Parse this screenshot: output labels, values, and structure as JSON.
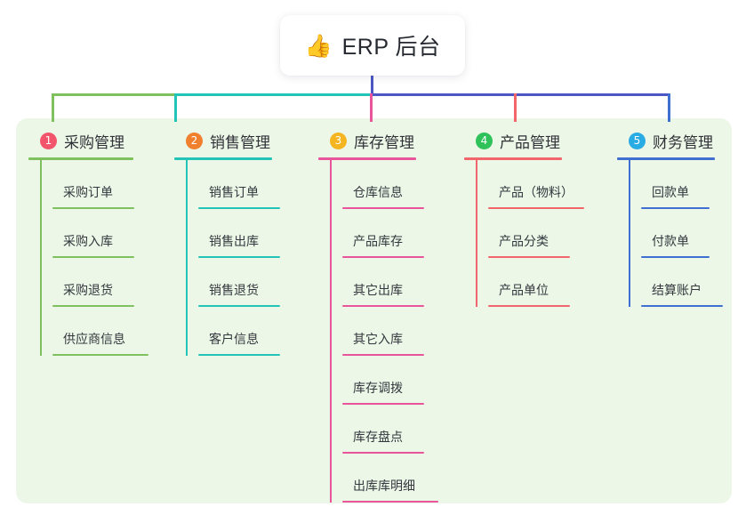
{
  "root": {
    "icon": "thumbs-up-icon",
    "emoji": "👍",
    "title": "ERP 后台"
  },
  "palette": {
    "panel_bg": "#edf7e8",
    "card_bg": "#ffffff",
    "stem": "#4b57c4",
    "text": "#2f3237"
  },
  "columns": [
    {
      "number": "1",
      "title": "采购管理",
      "badge_color": "#f2556b",
      "line_color": "#7fc15e",
      "items": [
        {
          "label": "采购订单",
          "rule_width": 92
        },
        {
          "label": "采购入库",
          "rule_width": 92
        },
        {
          "label": "采购退货",
          "rule_width": 92
        },
        {
          "label": "供应商信息",
          "rule_width": 108
        }
      ]
    },
    {
      "number": "2",
      "title": "销售管理",
      "badge_color": "#f0802e",
      "line_color": "#21c4b6",
      "items": [
        {
          "label": "销售订单",
          "rule_width": 92
        },
        {
          "label": "销售出库",
          "rule_width": 92
        },
        {
          "label": "销售退货",
          "rule_width": 92
        },
        {
          "label": "客户信息",
          "rule_width": 92
        }
      ]
    },
    {
      "number": "3",
      "title": "库存管理",
      "badge_color": "#f5b521",
      "line_color": "#e8559b",
      "items": [
        {
          "label": "仓库信息",
          "rule_width": 92
        },
        {
          "label": "产品库存",
          "rule_width": 92
        },
        {
          "label": "其它出库",
          "rule_width": 92
        },
        {
          "label": "其它入库",
          "rule_width": 92
        },
        {
          "label": "库存调拨",
          "rule_width": 92
        },
        {
          "label": "库存盘点",
          "rule_width": 92
        },
        {
          "label": "出库库明细",
          "rule_width": 108
        }
      ]
    },
    {
      "number": "4",
      "title": "产品管理",
      "badge_color": "#2fc25b",
      "line_color": "#f2656a",
      "items": [
        {
          "label": "产品（物料）",
          "rule_width": 108
        },
        {
          "label": "产品分类",
          "rule_width": 92
        },
        {
          "label": "产品单位",
          "rule_width": 92
        }
      ]
    },
    {
      "number": "5",
      "title": "财务管理",
      "badge_color": "#29ace3",
      "line_color": "#3f6fd0",
      "items": [
        {
          "label": "回款单",
          "rule_width": 77
        },
        {
          "label": "付款单",
          "rule_width": 77
        },
        {
          "label": "结算账户",
          "rule_width": 92
        }
      ]
    }
  ]
}
